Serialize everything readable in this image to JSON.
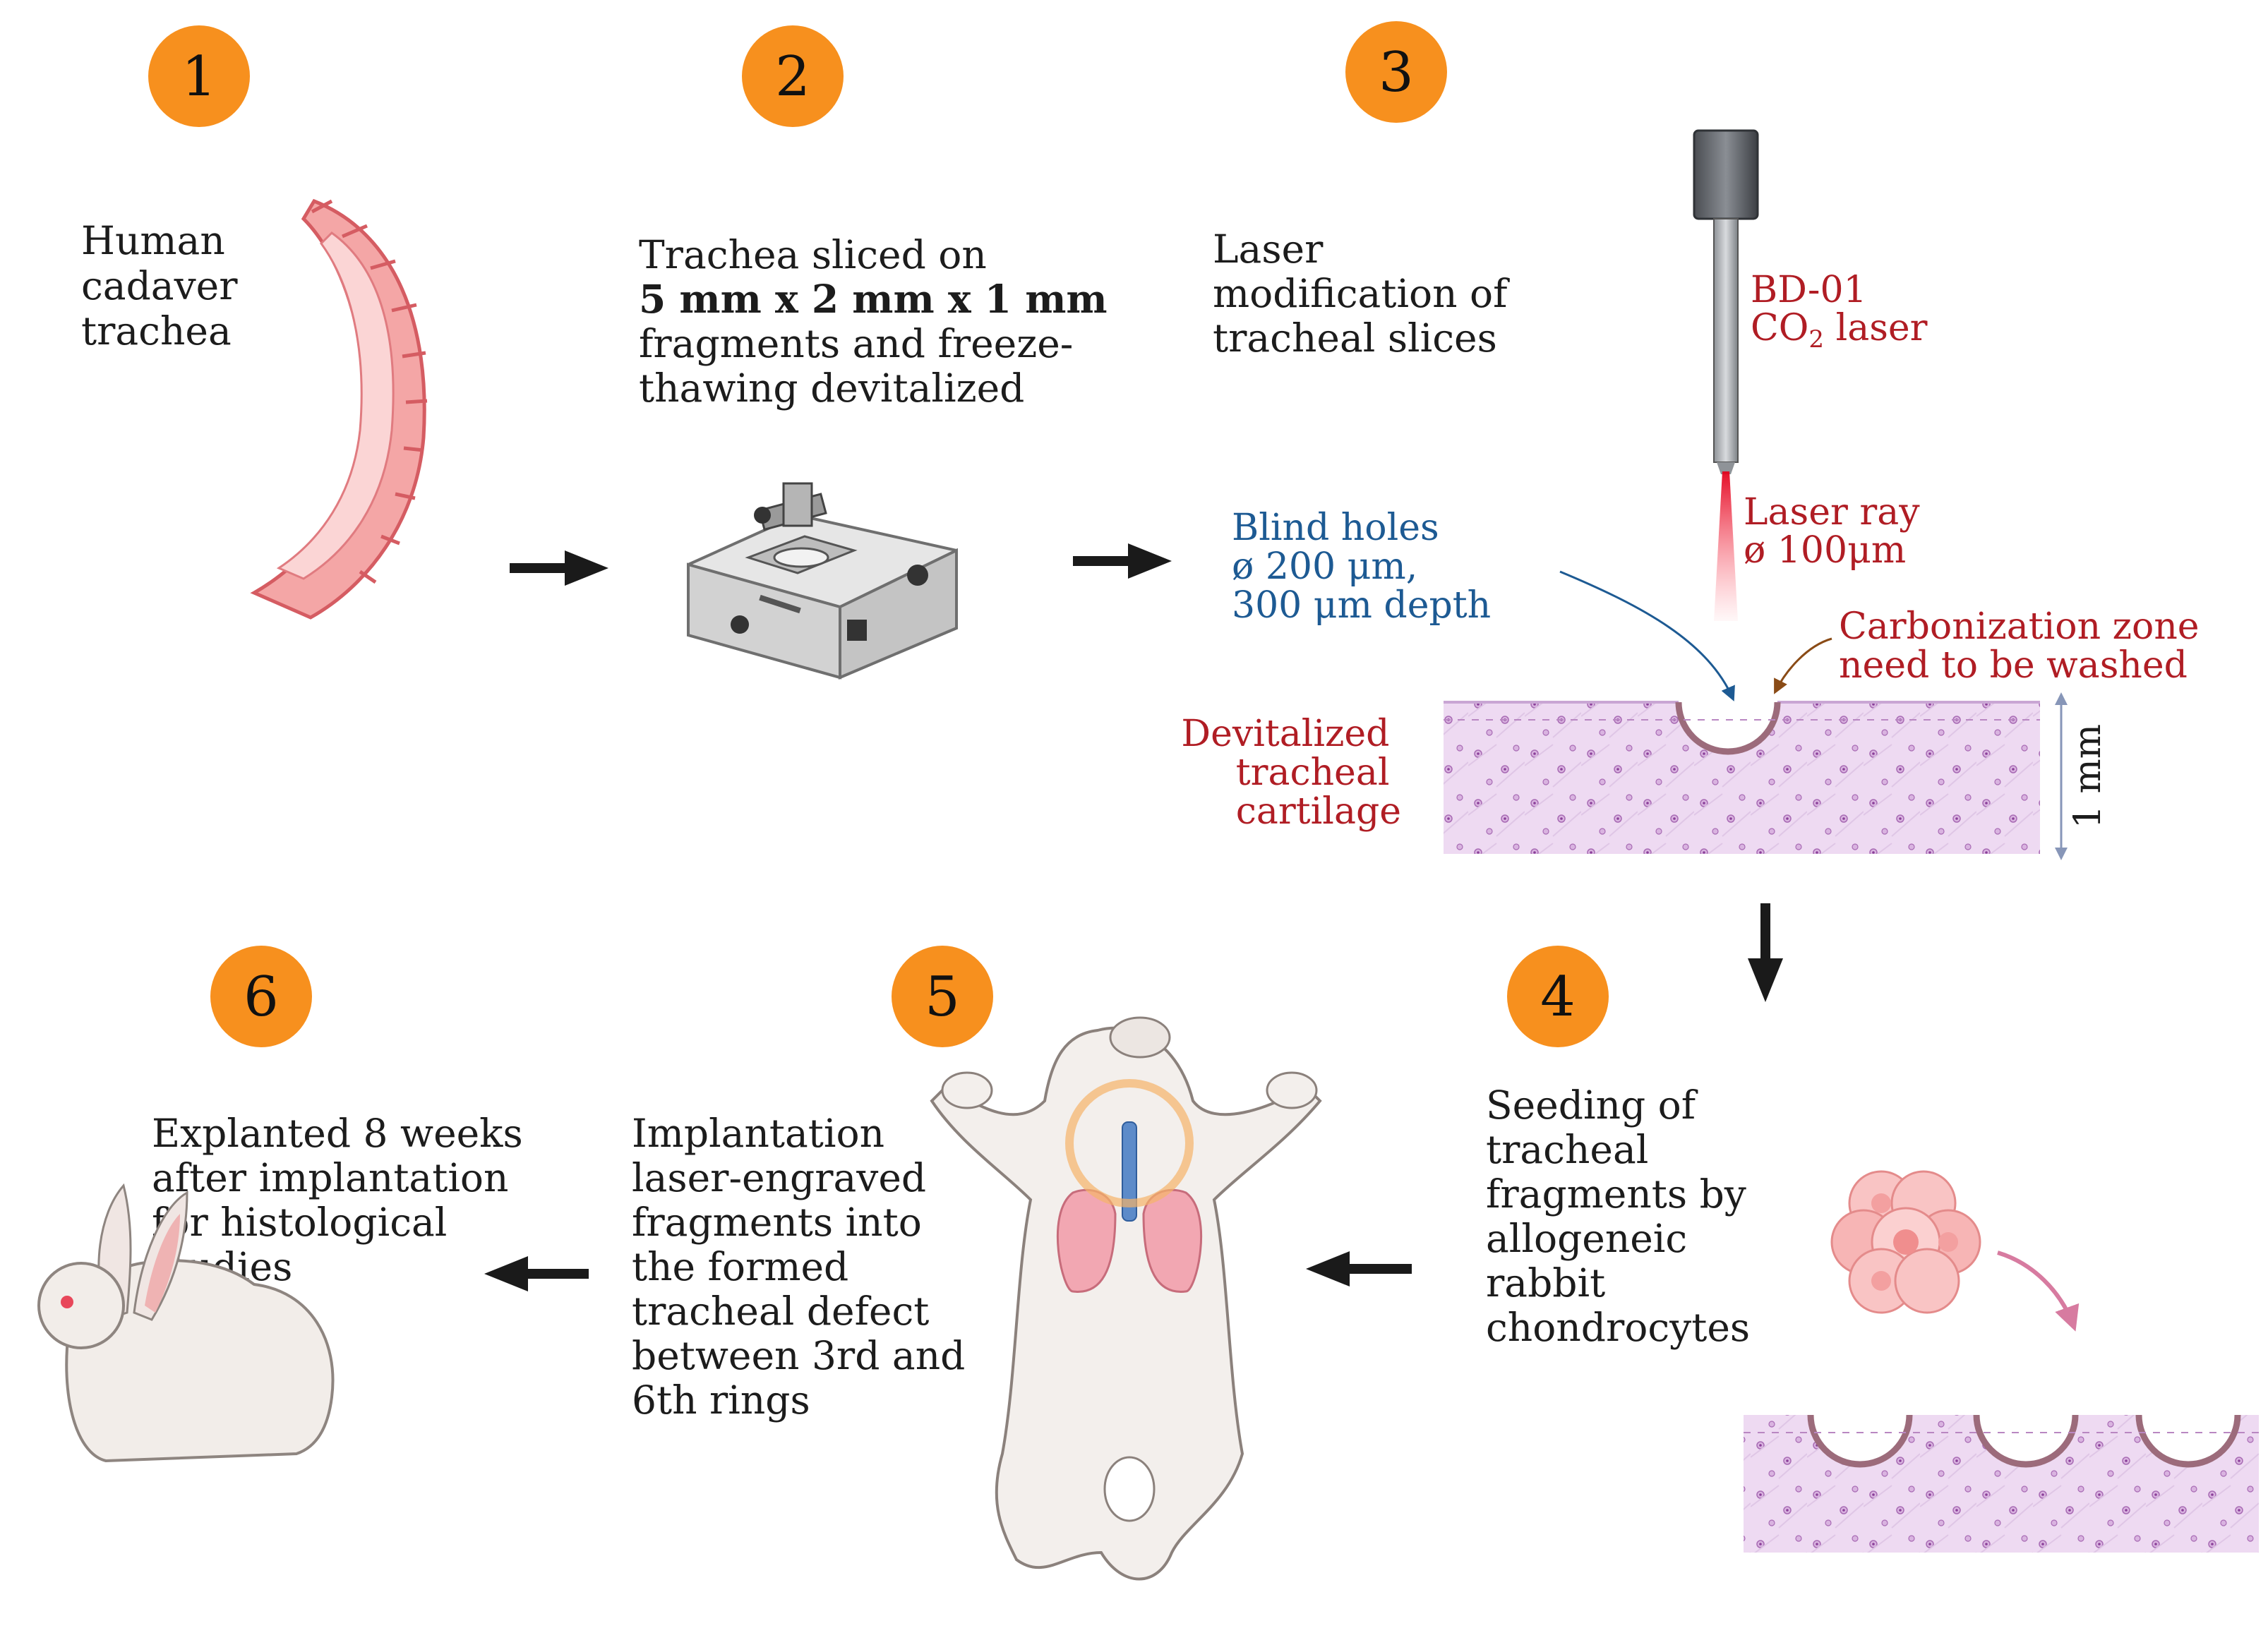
{
  "colors": {
    "step_badge": "#f7901e",
    "arrow": "#1a1a1a",
    "cartilage": "#e9d3ee",
    "trachea": "#ef8e8e",
    "annotation_red": "#b01d24",
    "annotation_blue": "#1d5a93"
  },
  "steps": [
    {
      "number": "1",
      "lines": [
        "Human",
        "cadaver",
        "trachea"
      ]
    },
    {
      "number": "2",
      "lines": [
        "Trachea sliced on",
        "5 mm x 2 mm x 1 mm",
        "fragments and freeze-",
        "thawing devitalized"
      ]
    },
    {
      "number": "3",
      "lines": [
        "Laser",
        "modification of",
        "tracheal slices"
      ]
    },
    {
      "number": "4",
      "lines": [
        "Seeding of",
        "tracheal",
        "fragments by",
        "allogeneic",
        "rabbit",
        "chondrocytes"
      ]
    },
    {
      "number": "5",
      "lines": [
        "Implantation",
        "laser-engraved",
        "fragments into",
        "the formed",
        "tracheal defect",
        "between 3rd and",
        "6th rings"
      ]
    },
    {
      "number": "6",
      "lines": [
        "Explanted 8 weeks",
        "after implantation",
        "for histological",
        "studies"
      ]
    }
  ],
  "laser": {
    "device_line1": "BD-01",
    "device_line2_prefix": "CO",
    "device_line2_sub": "2",
    "device_line2_suffix": " laser",
    "ray_line1": "Laser ray",
    "ray_line2": "ø 100μm"
  },
  "blind_holes": [
    "Blind holes",
    "ø 200 μm,",
    "300 μm depth"
  ],
  "carbonization": [
    "Carbonization zone",
    "need to be washed"
  ],
  "cartilage_label": [
    "Devitalized",
    "tracheal",
    "cartilage"
  ],
  "thickness": "1 mm",
  "icons": [
    "trachea-icon",
    "microtome-icon",
    "laser-head-icon",
    "cell-cluster-icon",
    "rabbit-supine-icon",
    "rabbit-icon",
    "lungs-icon"
  ]
}
